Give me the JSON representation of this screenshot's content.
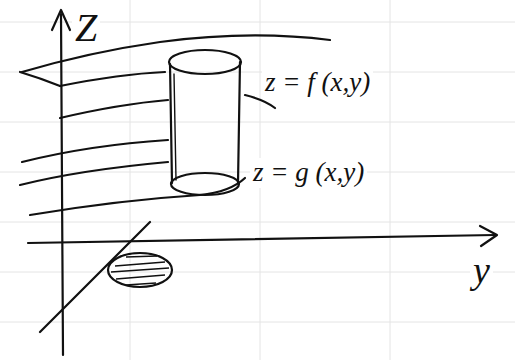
{
  "diagram": {
    "labels": [
      "Z",
      "z = f (x,y)",
      "z = g (x,y)",
      "y"
    ]
  }
}
